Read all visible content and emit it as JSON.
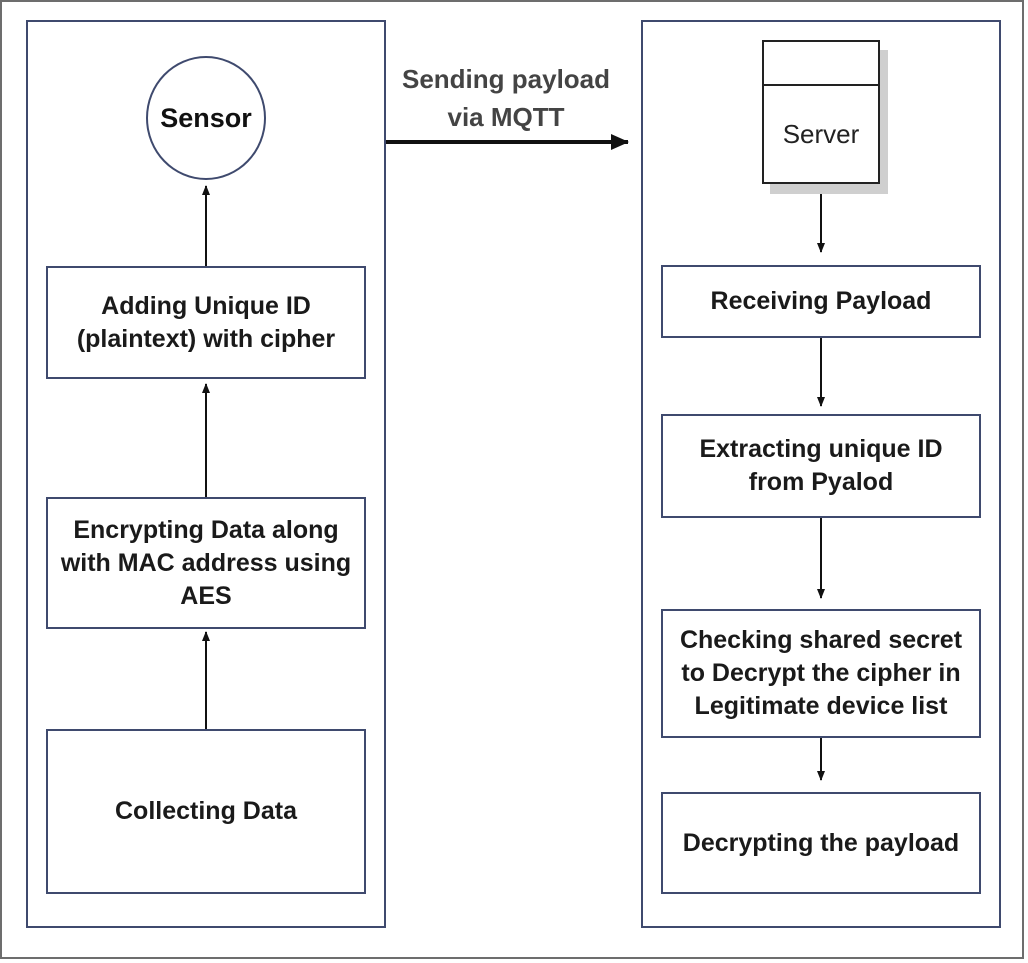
{
  "diagram": {
    "sensor_label": "Sensor",
    "link_label": "Sending payload\nvia MQTT",
    "server_label": "Server",
    "client_steps": {
      "collecting": "Collecting Data",
      "encrypting": "Encrypting Data along\nwith MAC address using\nAES",
      "adding_id": "Adding Unique ID\n(plaintext) with cipher"
    },
    "server_steps": {
      "receiving": "Receiving Payload",
      "extracting": "Extracting unique ID\nfrom Pyalod",
      "checking": "Checking shared secret\nto Decrypt the cipher in\nLegitimate device list",
      "decrypting": "Decrypting the payload"
    }
  }
}
